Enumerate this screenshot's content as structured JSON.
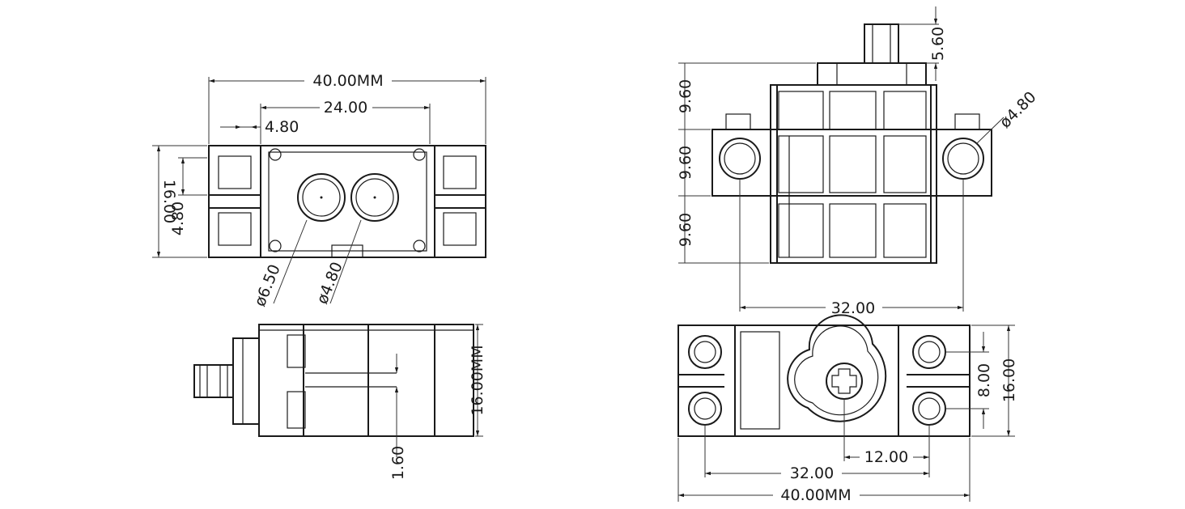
{
  "drawing": {
    "views": {
      "bottom_left": {
        "overall_width": "40.00MM",
        "hole_spacing": "24.00",
        "offset": "4.80",
        "height": "16.00",
        "tab_height": "4.80",
        "large_bore": "ø6.50",
        "small_bore": "ø4.80"
      },
      "side_left": {
        "height": "16.00MM",
        "step": "1.60"
      },
      "front_right": {
        "shaft": "5.60",
        "upper": "9.60",
        "middle": "9.60",
        "lower": "9.60",
        "hole": "ø4.80",
        "hole_spacing": "32.00"
      },
      "top_right": {
        "depth": "16.00",
        "tab_depth": "8.00",
        "hole_spacing": "32.00",
        "shaft_offset": "12.00",
        "overall_width": "40.00MM"
      }
    },
    "colors": {
      "line": "#1a1a1a",
      "background": "#ffffff"
    }
  }
}
